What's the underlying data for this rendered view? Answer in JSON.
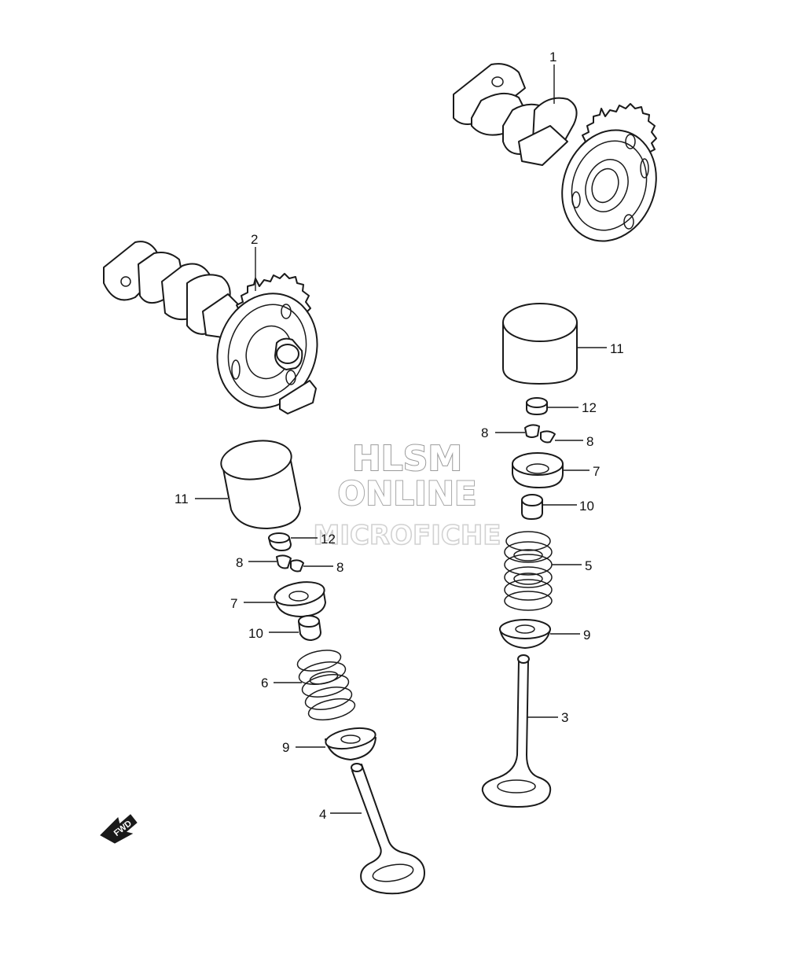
{
  "watermark": {
    "line1": "HLSM",
    "line2": "ONLINE",
    "line3": "MICROFICHE"
  },
  "direction_label": "FWD",
  "callouts": [
    {
      "id": "c1",
      "label": "1"
    },
    {
      "id": "c2",
      "label": "2"
    },
    {
      "id": "c11a",
      "label": "11"
    },
    {
      "id": "c12a",
      "label": "12"
    },
    {
      "id": "c8a",
      "label": "8"
    },
    {
      "id": "c8b",
      "label": "8"
    },
    {
      "id": "c7a",
      "label": "7"
    },
    {
      "id": "c10a",
      "label": "10"
    },
    {
      "id": "c5",
      "label": "5"
    },
    {
      "id": "c9a",
      "label": "9"
    },
    {
      "id": "c3",
      "label": "3"
    },
    {
      "id": "c11b",
      "label": "11"
    },
    {
      "id": "c12b",
      "label": "12"
    },
    {
      "id": "c8c",
      "label": "8"
    },
    {
      "id": "c8d",
      "label": "8"
    },
    {
      "id": "c7b",
      "label": "7"
    },
    {
      "id": "c10b",
      "label": "10"
    },
    {
      "id": "c6",
      "label": "6"
    },
    {
      "id": "c9b",
      "label": "9"
    },
    {
      "id": "c4",
      "label": "4"
    }
  ]
}
